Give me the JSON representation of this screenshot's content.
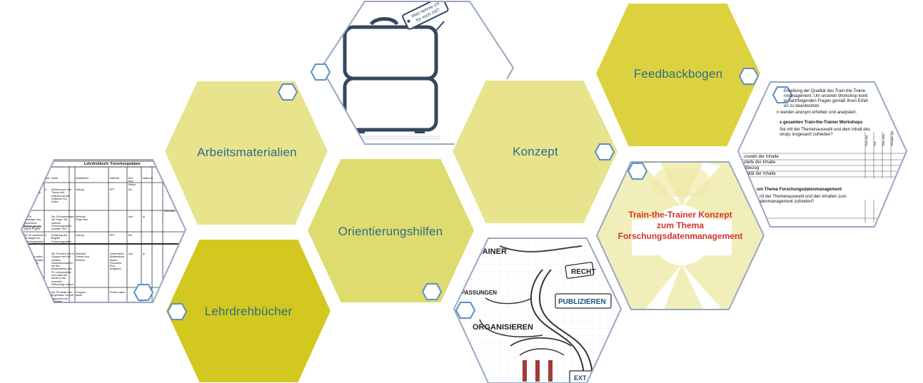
{
  "tiles": {
    "arbeitsmaterialien": {
      "label": "Arbeitsmaterialien",
      "color": "#e8e38d"
    },
    "orientierungshilfen": {
      "label": "Orientierungshilfen",
      "color": "#dedb6f"
    },
    "lehrdrehbuecher": {
      "label": "Lehrdrehbücher",
      "color": "#d2c81f"
    },
    "konzept": {
      "label": "Konzept",
      "color": "#e8e38d"
    },
    "feedbackbogen": {
      "label": "Feedbackbogen",
      "color": "#dcd23f"
    }
  },
  "concept_card": {
    "title_line1": "Train-the-Trainer Konzept",
    "title_line2": "zum Thema",
    "title_line3": "Forschungsdatenmanagement"
  },
  "suitcase_card": {
    "tag_line1": "Was nehme ich",
    "tag_line2": "für mich mit?"
  },
  "sketch_card": {
    "word_trainer": "E-TRAINER",
    "word_recht": "RECHT",
    "word_anpassungen": "PASSUNGEN",
    "word_publizieren": "PUBLIZIEREN",
    "word_organisieren": "ORGANISIEREN",
    "word_ext": "EXT"
  },
  "feedback_doc": {
    "line1": "Erhebung der Qualität des Train-the-Traine",
    "line2": "nmanagement. Um unseren Workshop konti",
    "line3": "ie nachfolgenden Fragen gemäß Ihren Erfah",
    "line4": "en zu beantworten.",
    "line5": "n werden anonym erhoben und analysiert.",
    "heading1": "s gesamten Train-the-Trainer Workshops",
    "q1a": "Sie mit der Themenauswahl und dem Inhalt des",
    "q1b": "shops insgesamt zufrieden?",
    "row1": "uswahl der Inhalte",
    "row2": "stiefe der Inhalte",
    "row3": "ktbezug",
    "row4": "onität der Inhalte",
    "heading2": "um Thema Forschungsdatenmanagement",
    "q2a": "nit der Themenauswahl und den Inhalten zum",
    "q2b": "atenmanagement zufrieden?",
    "col1": "Sehr gut",
    "col2": "Gut",
    "col3": "Teils, teils",
    "col4": "Weniger gut"
  },
  "script_doc": {
    "title": "Lehrdrehbuch: Forschungsdaten",
    "headers": [
      "Lernziel",
      "Zeit",
      "Inhalt",
      "Arbeitsform",
      "Material",
      "Einf. Aus-führen",
      "Mate-rial"
    ],
    "rows": [
      [
        "Die TN orientieren sich im Thema.",
        "5",
        "Einführung in das Thema und Erläuterung des Definition von Daten.",
        "Vortrag",
        "PPT",
        "Ein",
        "-"
      ],
      [
        "Die TN übertragen das gewonnene Wissen auf das eigene Projekt.",
        "",
        "Die TN beantworten die Frage \"Mit welchen Forschungsdaten Arbeiten Sie?\"",
        "Methode Frage-Ball",
        "-",
        "Aus",
        "ja"
      ],
      [
        "Die TN verstehen den Begriff der Forschungsdaten.",
        "5",
        "Erklärung des Begriffs Forschungsdaten",
        "Vortrag",
        "PPT",
        "Ein",
        "-"
      ],
      [
        "Die TN erarbeiten selbst Forschungsdaten-lebenszyklus.",
        "",
        "Die TN teilen sich in Gruppen auf und erhalten Moderationskarten mit den Bestandteilen des FD Lebenszyklus und sollen die Karten in die korrekten Reihenfolge setzen.",
        "Methode: Ordnen und Reichen",
        "Vorbereitete Moderations-karten, Pinnwand, Pins, Kragband",
        "Aus",
        "ja"
      ],
      [
        "Die TN erweitern ihr Wissen.",
        "",
        "Die TN stellen ihre Ergebnisse vor und begründen die gewählte Reihenfolge.",
        "Gruppen-arbeit",
        "Präsen-tation",
        "",
        ""
      ]
    ],
    "side_label_1": "Forschungsdaten",
    "side_label_2": "Idee",
    "right_label": "Überblick"
  }
}
